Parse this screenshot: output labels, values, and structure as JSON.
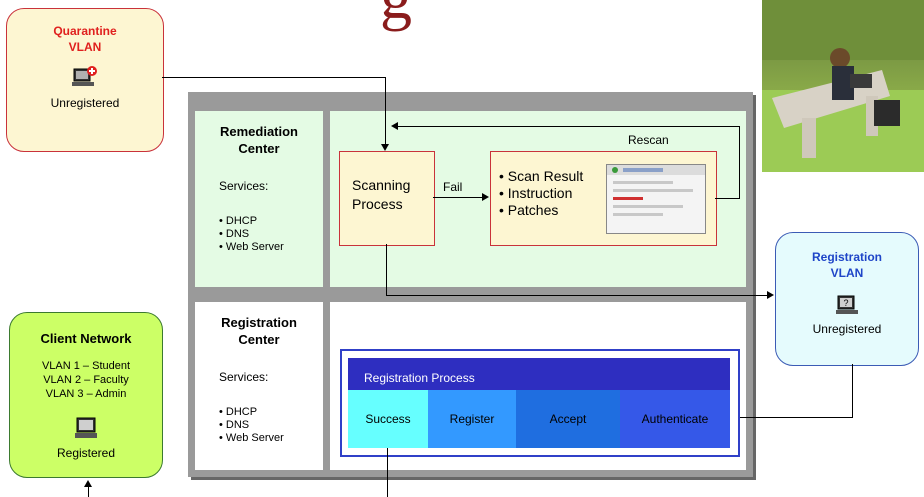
{
  "quarantine": {
    "title_line1": "Quarantine",
    "title_line2": "VLAN",
    "status": "Unregistered"
  },
  "registration_vlan": {
    "title_line1": "Registration",
    "title_line2": "VLAN",
    "status": "Unregistered"
  },
  "client_network": {
    "title": "Client Network",
    "vlans": [
      "VLAN 1 – Student",
      "VLAN 2 – Faculty",
      "VLAN 3 – Admin"
    ],
    "status": "Registered"
  },
  "remediation_center": {
    "title_line1": "Remediation",
    "title_line2": "Center",
    "services_label": "Services:",
    "services": [
      "DHCP",
      "DNS",
      "Web Server"
    ]
  },
  "registration_center": {
    "title_line1": "Registration",
    "title_line2": "Center",
    "services_label": "Services:",
    "services": [
      "DHCP",
      "DNS",
      "Web Server"
    ]
  },
  "scanning": {
    "line1": "Scanning",
    "line2": "Process"
  },
  "fail_label": "Fail",
  "rescan_label": "Rescan",
  "scan_result_items": [
    "Scan Result",
    "Instruction",
    "Patches"
  ],
  "registration_process": {
    "title": "Registration Process",
    "steps": [
      {
        "label": "Success",
        "color": "#66ffff"
      },
      {
        "label": "Register",
        "color": "#3399ff"
      },
      {
        "label": "Accept",
        "color": "#1f6ee0"
      },
      {
        "label": "Authenticate",
        "color": "#3558e8"
      }
    ]
  }
}
